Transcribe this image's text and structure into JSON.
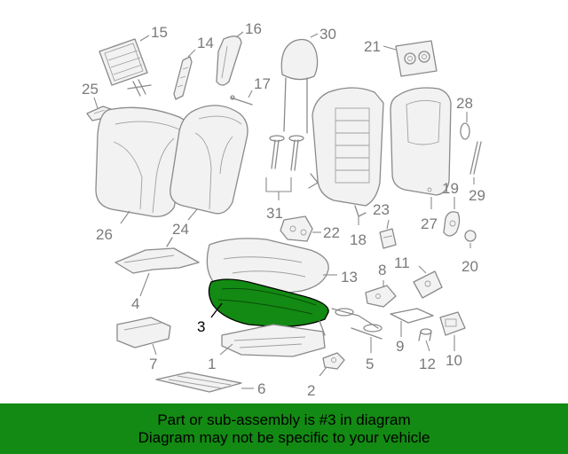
{
  "diagram": {
    "callouts": [
      "1",
      "2",
      "3",
      "4",
      "5",
      "6",
      "7",
      "8",
      "9",
      "10",
      "11",
      "12",
      "13",
      "14",
      "15",
      "16",
      "17",
      "18",
      "19",
      "20",
      "21",
      "22",
      "23",
      "24",
      "25",
      "26",
      "27",
      "28",
      "29",
      "30",
      "31"
    ],
    "highlighted_part": "3",
    "highlight_color": "#138a13"
  },
  "banner": {
    "line1": "Part or sub-assembly is #3 in diagram",
    "line2": "Diagram may not be specific to your vehicle",
    "background": "#138a13"
  }
}
